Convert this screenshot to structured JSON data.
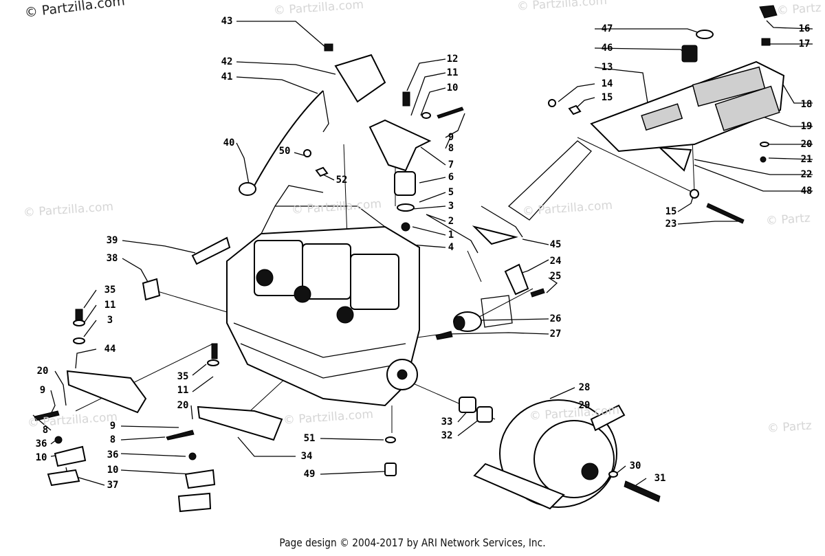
{
  "watermarks": {
    "main": "© Partzilla.com",
    "faint": "© Partzilla.com",
    "faint_cut": "© Partz"
  },
  "footer": "Page design © 2004-2017 by ARI Network Services, Inc.",
  "callouts": [
    "43",
    "42",
    "41",
    "40",
    "50",
    "52",
    "12",
    "11",
    "10",
    "9",
    "8",
    "7",
    "6",
    "5",
    "3",
    "2",
    "1",
    "4",
    "47",
    "46",
    "13",
    "14",
    "15",
    "16",
    "17",
    "18",
    "19",
    "20",
    "21",
    "22",
    "48",
    "15",
    "23",
    "45",
    "24",
    "25",
    "26",
    "27",
    "39",
    "38",
    "35",
    "11",
    "3",
    "44",
    "20",
    "9",
    "8",
    "36",
    "10",
    "37",
    "35",
    "11",
    "20",
    "9",
    "8",
    "36",
    "10",
    "34",
    "51",
    "49",
    "33",
    "32",
    "28",
    "29",
    "30",
    "31"
  ]
}
